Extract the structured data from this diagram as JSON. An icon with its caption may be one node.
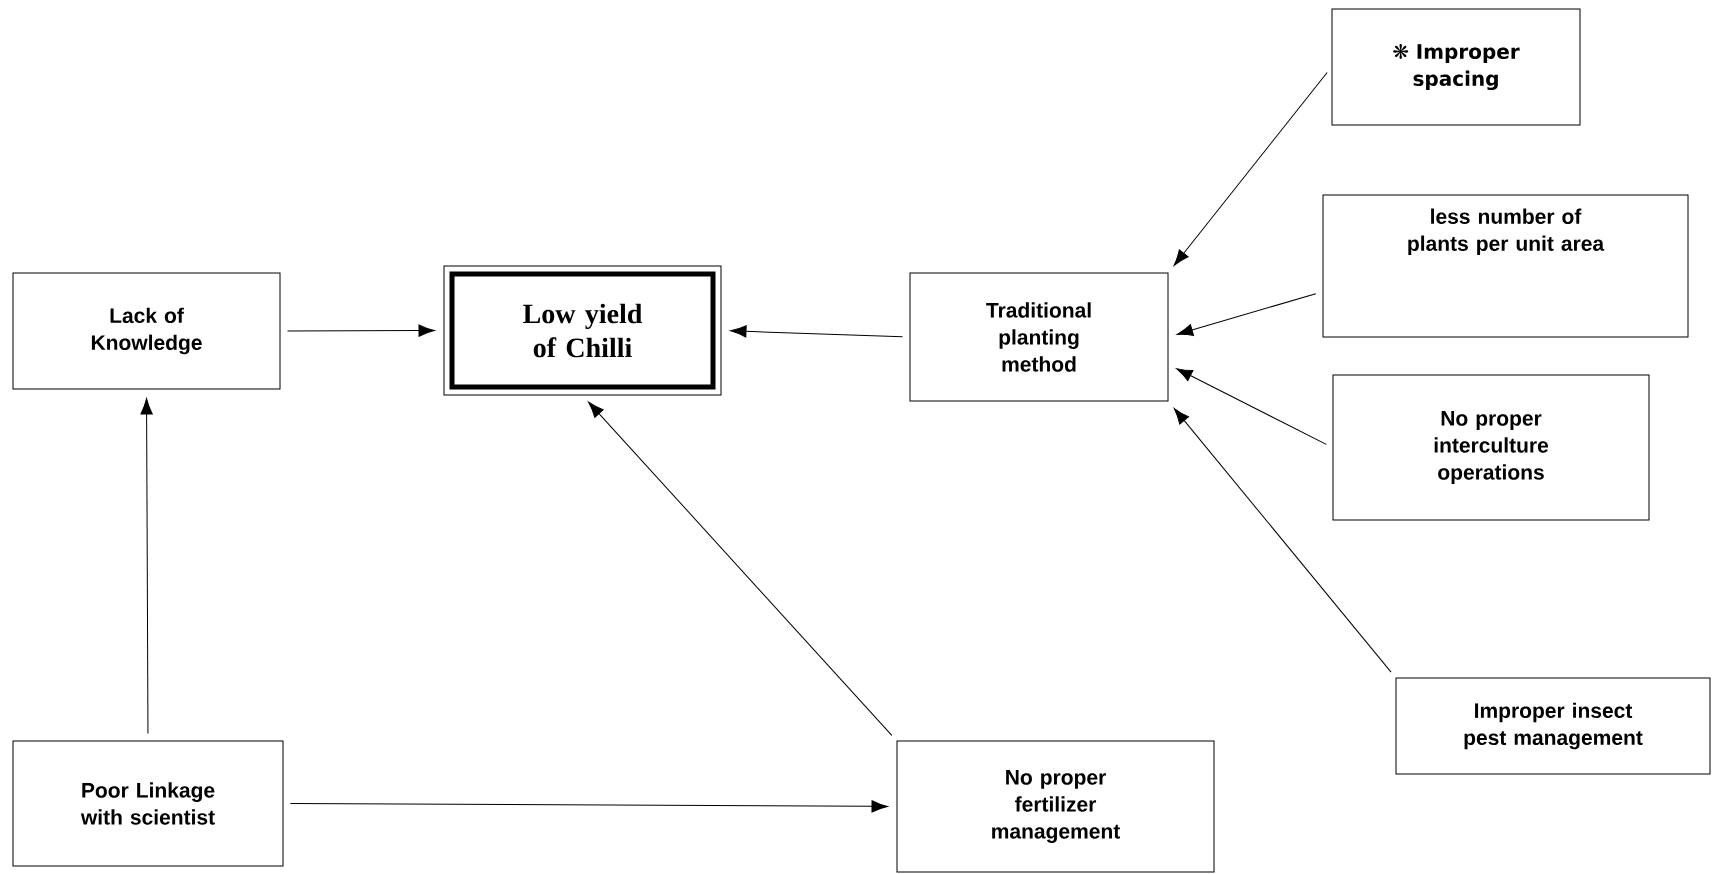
{
  "diagram": {
    "nodes": [
      {
        "text": [
          "Lack of Knowledge"
        ]
      },
      {
        "text": [
          "Low yield of Chilli"
        ]
      },
      {
        "text": [
          "Traditional planting method"
        ]
      },
      {
        "text": [
          "❋ Improper spacing"
        ]
      },
      {
        "text": [
          "less number of plants per unit area"
        ]
      },
      {
        "text": [
          "No proper interculture operations"
        ]
      },
      {
        "text": [
          "Improper insect pest management"
        ]
      },
      {
        "text": [
          "Poor Linkage with scientist"
        ]
      },
      {
        "text": [
          "No proper fertilizer management"
        ]
      }
    ],
    "edges": [
      {
        "from": 0,
        "to": 1,
        "arrow": "to"
      },
      {
        "from": 2,
        "to": 1,
        "arrow": "to"
      },
      {
        "from": 3,
        "to": 2,
        "arrow": "to"
      },
      {
        "from": 4,
        "to": 2,
        "arrow": "to"
      },
      {
        "from": 5,
        "to": 2,
        "arrow": "to"
      },
      {
        "from": 6,
        "to": 2,
        "arrow": "to"
      },
      {
        "from": 7,
        "to": 0,
        "arrow": "to"
      },
      {
        "from": 8,
        "to": 1,
        "arrow": "to"
      },
      {
        "from": 7,
        "to": 8,
        "arrow": "to"
      }
    ]
  }
}
